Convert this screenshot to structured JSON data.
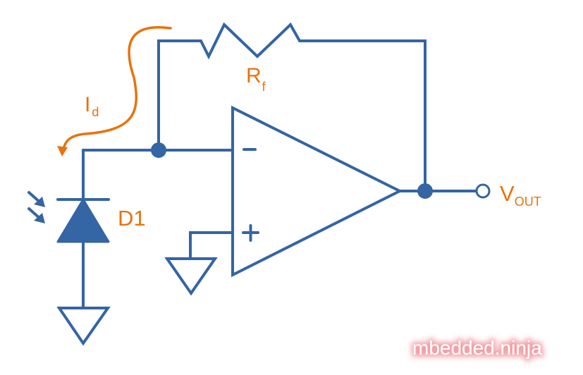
{
  "colors": {
    "wire": "#3465a4",
    "label": "#e8730c",
    "watermark_glow": "#f2a0a8"
  },
  "labels": {
    "feedback_resistor": {
      "main": "R",
      "sub": "f"
    },
    "diode_current": {
      "main": "I",
      "sub": "d"
    },
    "photodiode": "D1",
    "output": {
      "main": "V",
      "sub": "OUT"
    },
    "inverting_input": "-",
    "non_inverting_input": "+"
  },
  "watermark": "mbedded.ninja"
}
